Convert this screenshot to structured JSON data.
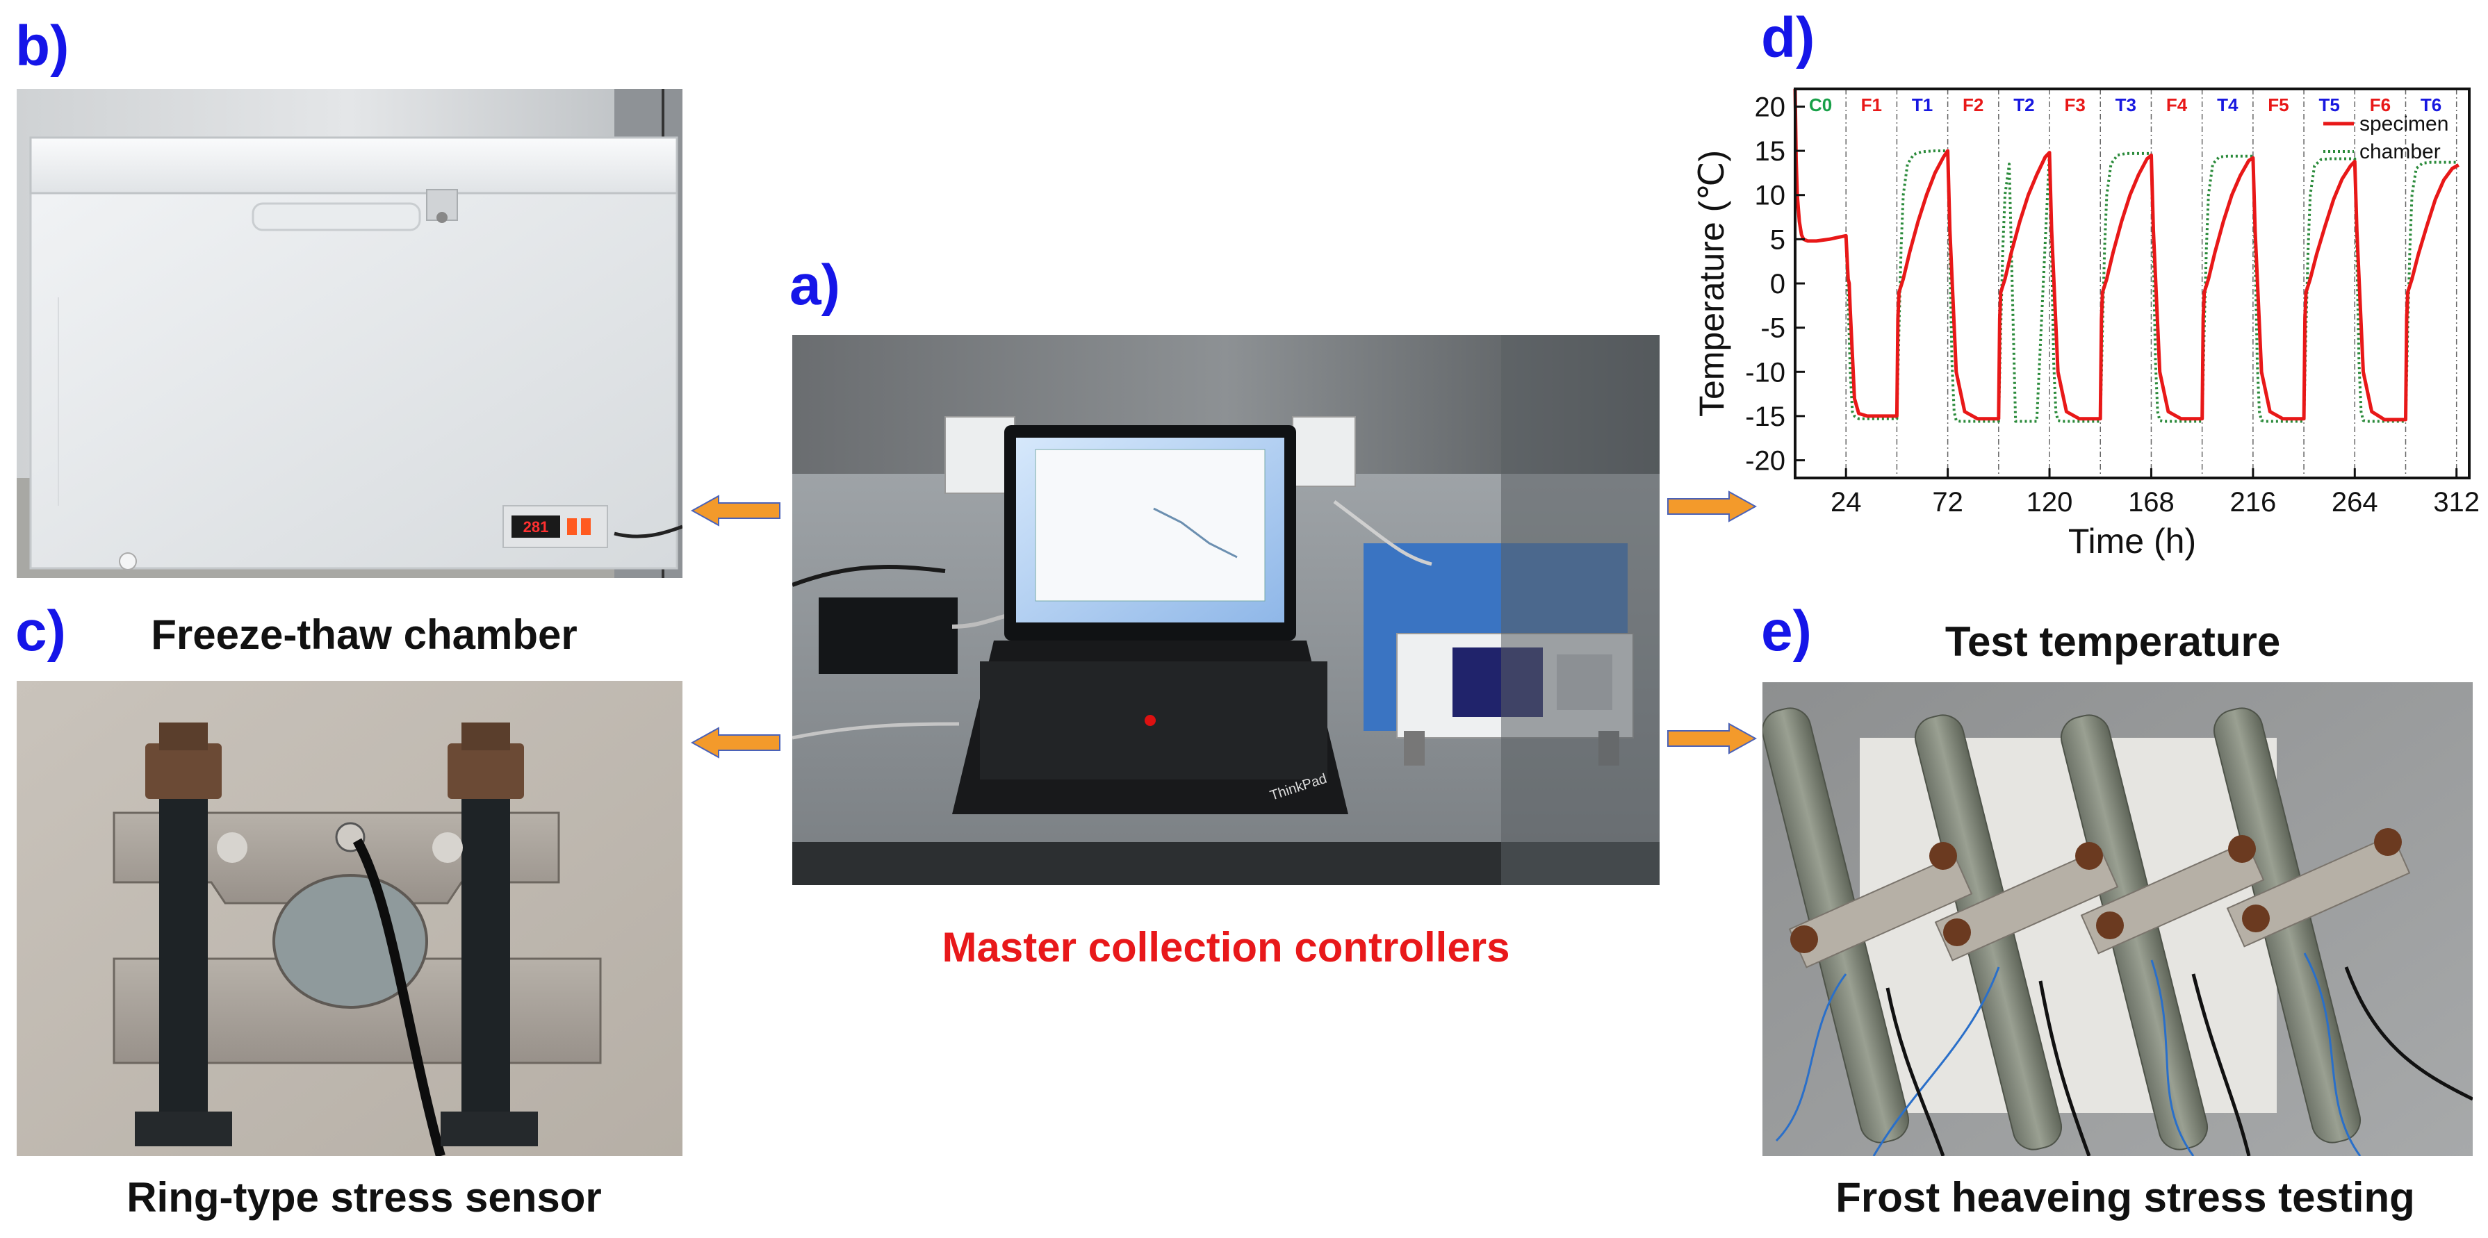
{
  "panels": {
    "a": {
      "letter": "a)",
      "caption": "Master collection controllers"
    },
    "b": {
      "letter": "b)",
      "caption": "Freeze-thaw chamber"
    },
    "c": {
      "letter": "c)",
      "caption": "Ring-type stress sensor"
    },
    "d": {
      "letter": "d)",
      "caption": "Test temperature"
    },
    "e": {
      "letter": "e)",
      "caption": "Frost heaveing stress testing"
    }
  },
  "chamber_display": "281",
  "laptop_brand": "ThinkPad",
  "colors": {
    "letter": "#1515e8",
    "caption_a": "#e8181a",
    "arrow": "#f39a2b",
    "arrow_edge": "#4a62b8"
  },
  "chart_data": {
    "type": "line",
    "xlabel": "Time (h)",
    "ylabel": "Temperature (℃)",
    "xlim": [
      0,
      318
    ],
    "ylim": [
      -22,
      22
    ],
    "xticks": [
      24,
      72,
      120,
      168,
      216,
      264,
      312
    ],
    "yticks": [
      20,
      15,
      10,
      5,
      0,
      -5,
      -10,
      -15,
      -20
    ],
    "stage_boundaries": [
      24,
      48,
      72,
      96,
      120,
      144,
      168,
      192,
      216,
      240,
      264,
      288,
      312
    ],
    "stages": [
      {
        "label": "C0",
        "x": 12,
        "color": "#18a048"
      },
      {
        "label": "F1",
        "x": 36,
        "color": "#e81818"
      },
      {
        "label": "T1",
        "x": 60,
        "color": "#1818e0"
      },
      {
        "label": "F2",
        "x": 84,
        "color": "#e81818"
      },
      {
        "label": "T2",
        "x": 108,
        "color": "#1818e0"
      },
      {
        "label": "F3",
        "x": 132,
        "color": "#e81818"
      },
      {
        "label": "T3",
        "x": 156,
        "color": "#1818e0"
      },
      {
        "label": "F4",
        "x": 180,
        "color": "#e81818"
      },
      {
        "label": "T4",
        "x": 204,
        "color": "#1818e0"
      },
      {
        "label": "F5",
        "x": 228,
        "color": "#e81818"
      },
      {
        "label": "T5",
        "x": 252,
        "color": "#1818e0"
      },
      {
        "label": "F6",
        "x": 276,
        "color": "#e81818"
      },
      {
        "label": "T6",
        "x": 300,
        "color": "#1818e0"
      }
    ],
    "legend_placement": "top-right",
    "series": [
      {
        "name": "specimen",
        "color": "#e81818",
        "style": "solid",
        "x": [
          0,
          0.5,
          1,
          2,
          3,
          4,
          6,
          10,
          16,
          20,
          24,
          25,
          25.5,
          26,
          28,
          30,
          34,
          40,
          47,
          48,
          48.5,
          49,
          51,
          54,
          58,
          62,
          66,
          70,
          72,
          73,
          76,
          80,
          86,
          95,
          96,
          96.5,
          97,
          99,
          102,
          106,
          110,
          114,
          118,
          120,
          121,
          124,
          128,
          134,
          143,
          144,
          144.5,
          145,
          147,
          150,
          154,
          158,
          162,
          166,
          168,
          169,
          172,
          176,
          182,
          191,
          192,
          192.5,
          193,
          195,
          198,
          202,
          206,
          210,
          214,
          216,
          217,
          220,
          224,
          230,
          239,
          240,
          240.5,
          241,
          243,
          246,
          250,
          254,
          258,
          262,
          264,
          265,
          268,
          272,
          278,
          287,
          288,
          288.5,
          289,
          291,
          294,
          298,
          302,
          306,
          310,
          313
        ],
        "y": [
          22,
          14,
          10,
          7,
          5.5,
          5,
          4.8,
          4.8,
          5,
          5.2,
          5.4,
          0.5,
          0,
          -3,
          -13,
          -14.7,
          -15,
          -15,
          -15,
          -15,
          -4,
          -1,
          0.5,
          3.5,
          7,
          10,
          12.5,
          14.3,
          15,
          6,
          -10,
          -14.5,
          -15.3,
          -15.3,
          -15.3,
          -4,
          -1,
          0.5,
          3.5,
          7,
          10,
          12.3,
          14.3,
          14.8,
          6,
          -10,
          -14.5,
          -15.3,
          -15.3,
          -15.3,
          -4,
          -1,
          0.5,
          3.5,
          7,
          10,
          12.3,
          14.1,
          14.5,
          6,
          -10,
          -14.5,
          -15.3,
          -15.3,
          -15.3,
          -4,
          -1,
          0.5,
          3.5,
          7,
          10,
          12.2,
          13.9,
          14.2,
          6,
          -10,
          -14.5,
          -15.3,
          -15.3,
          -15.3,
          -4,
          -1,
          0.5,
          3.3,
          6.5,
          9.5,
          11.8,
          13.3,
          13.8,
          6,
          -10,
          -14.5,
          -15.4,
          -15.4,
          -15.4,
          -4,
          -1,
          0.5,
          3.3,
          6.5,
          9.5,
          11.7,
          13.0,
          13.4
        ]
      },
      {
        "name": "chamber",
        "color": "#2a8a3a",
        "style": "dotted",
        "x": [
          24,
          25,
          26,
          27,
          28,
          30,
          34,
          40,
          47,
          48,
          49,
          50,
          51,
          53,
          56,
          60,
          66,
          72,
          73,
          74,
          75,
          76,
          78,
          82,
          88,
          95,
          96,
          97,
          98,
          99,
          101,
          104,
          108,
          114,
          120,
          121,
          122,
          123,
          124,
          126,
          130,
          136,
          143,
          144,
          145,
          146,
          147,
          149,
          152,
          156,
          162,
          168,
          169,
          170,
          171,
          172,
          174,
          178,
          184,
          191,
          192,
          193,
          194,
          195,
          197,
          200,
          204,
          210,
          216,
          217,
          218,
          219,
          220,
          222,
          226,
          232,
          239,
          240,
          241,
          242,
          243,
          245,
          248,
          252,
          258,
          264,
          265,
          266,
          267,
          268,
          270,
          274,
          280,
          287,
          288,
          289,
          290,
          291,
          293,
          296,
          300,
          306,
          312
        ],
        "y": [
          5.4,
          -2,
          -10,
          -14.5,
          -15,
          -15.3,
          -15.3,
          -15.3,
          -15.3,
          -15.3,
          -5,
          4,
          10,
          13.5,
          14.6,
          14.9,
          15,
          15,
          3,
          -9,
          -14.5,
          -15.5,
          -15.6,
          -15.6,
          -15.6,
          -15.6,
          -15.6,
          -5,
          4,
          10,
          13.5,
          -15.6,
          -15.6,
          -15.6,
          14.8,
          3,
          -9,
          -14.5,
          -15.5,
          -15.6,
          -15.6,
          -15.6,
          -15.6,
          -15.6,
          -5,
          4,
          10,
          13.5,
          14.5,
          14.7,
          14.7,
          14.7,
          3,
          -9,
          -14.5,
          -15.5,
          -15.6,
          -15.6,
          -15.6,
          -15.6,
          -15.6,
          -5,
          4,
          10,
          13.5,
          14.3,
          14.4,
          14.4,
          14.4,
          3,
          -9,
          -14.5,
          -15.5,
          -15.6,
          -15.6,
          -15.6,
          -15.6,
          -15.6,
          -5,
          4,
          10,
          13.3,
          14.0,
          14.1,
          14.1,
          14.1,
          3,
          -9,
          -14.5,
          -15.5,
          -15.6,
          -15.6,
          -15.6,
          -15.6,
          -15.6,
          -5,
          4,
          10,
          13.0,
          13.6,
          13.7,
          13.7,
          13.7
        ]
      }
    ]
  }
}
